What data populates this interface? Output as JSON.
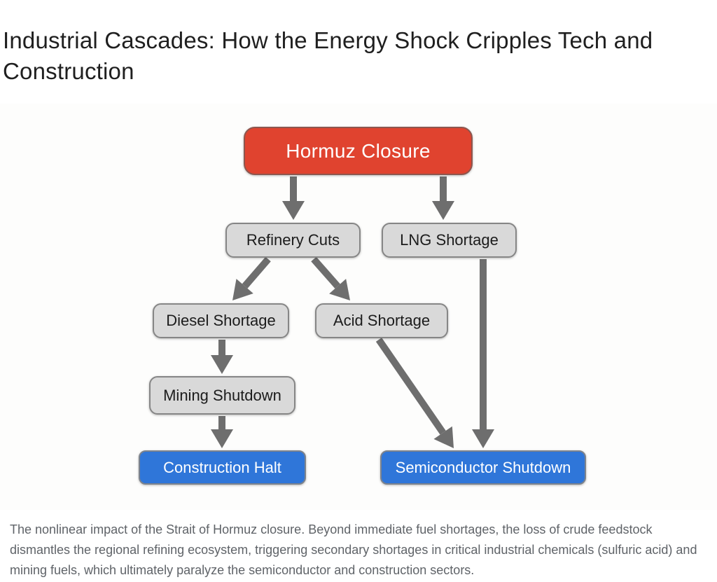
{
  "title": "Industrial Cascades: How the Energy Shock Cripples Tech and Construction",
  "caption": "The nonlinear impact of the Strait of Hormuz closure. Beyond immediate fuel shortages, the loss of crude feedstock dismantles the regional refining ecosystem, triggering secondary shortages in critical industrial chemicals (sulfuric acid) and mining fuels, which ultimately paralyze the semiconductor and construction sectors.",
  "colors": {
    "source": "#e0432f",
    "intermediate": "#d9d9d9",
    "terminal": "#2f76d9",
    "arrow": "#6e6e6e"
  },
  "nodes": [
    {
      "id": "hormuz",
      "label": "Hormuz Closure",
      "kind": "source"
    },
    {
      "id": "refinery",
      "label": "Refinery Cuts",
      "kind": "intermediate"
    },
    {
      "id": "lng",
      "label": "LNG Shortage",
      "kind": "intermediate"
    },
    {
      "id": "diesel",
      "label": "Diesel Shortage",
      "kind": "intermediate"
    },
    {
      "id": "acid",
      "label": "Acid Shortage",
      "kind": "intermediate"
    },
    {
      "id": "mining",
      "label": "Mining Shutdown",
      "kind": "intermediate"
    },
    {
      "id": "construction",
      "label": "Construction Halt",
      "kind": "terminal"
    },
    {
      "id": "semiconductor",
      "label": "Semiconductor Shutdown",
      "kind": "terminal"
    }
  ],
  "edges": [
    {
      "from": "hormuz",
      "to": "refinery"
    },
    {
      "from": "hormuz",
      "to": "lng"
    },
    {
      "from": "refinery",
      "to": "diesel"
    },
    {
      "from": "refinery",
      "to": "acid"
    },
    {
      "from": "diesel",
      "to": "mining"
    },
    {
      "from": "mining",
      "to": "construction"
    },
    {
      "from": "acid",
      "to": "semiconductor"
    },
    {
      "from": "lng",
      "to": "semiconductor"
    }
  ]
}
